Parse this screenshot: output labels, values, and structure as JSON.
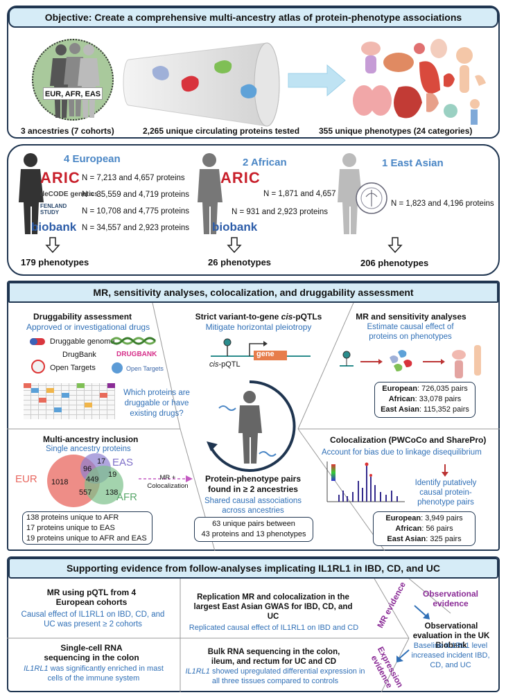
{
  "objective": {
    "title": "Objective: Create a comprehensive multi-ancestry atlas of protein-phenotype associations",
    "ancestries_label": "EUR, AFR, EAS",
    "stat1": "3 ancestries (7 cohorts)",
    "stat2": "2,265 unique circulating proteins tested",
    "stat3": "355 unique phenotypes (24 categories)"
  },
  "cohorts": {
    "european": {
      "title": "4 European",
      "rows": [
        {
          "logo": "ARIC",
          "text": "N = 7,213 and 4,657 proteins"
        },
        {
          "logo": "deCODE genetics",
          "text": "N = 35,559 and 4,719 proteins"
        },
        {
          "logo": "FENLAND STUDY",
          "text": "N = 10,708 and 4,775 proteins"
        },
        {
          "logo": "biobank",
          "text": "N = 34,557 and 2,923 proteins"
        }
      ],
      "result": "179 phenotypes"
    },
    "african": {
      "title": "2 African",
      "rows": [
        {
          "logo": "ARIC",
          "text": "N = 1,871 and 4,657 proteins"
        },
        {
          "logo": "biobank",
          "text": "N = 931 and 2,923 proteins"
        }
      ],
      "result": "26 phenotypes"
    },
    "east_asian": {
      "title": "1 East Asian",
      "rows": [
        {
          "logo": "",
          "text": "N = 1,823 and 4,196 proteins"
        }
      ],
      "result": "206 phenotypes"
    }
  },
  "mr": {
    "title": "MR, sensitivity analyses, colocalization, and druggability assessment",
    "druggability": {
      "title": "Druggability assessment",
      "subtitle": "Approved or investigational drugs",
      "item1": "Druggable genome",
      "item2": "DrugBank",
      "item3": "Open Targets",
      "logo_drugbank": "DRUGBANK",
      "logo_opentargets": "Open Targets",
      "question": "Which proteins are druggable or have existing drugs?"
    },
    "cispqtl": {
      "title_prefix": "Strict variant-to-gene ",
      "title_em": "cis",
      "title_suffix": "-pQTLs",
      "subtitle": "Mitigate horizontal pleiotropy",
      "gene_label": "gene",
      "cis_label_em": "cis",
      "cis_label_rest": "-pQTL"
    },
    "mr_sens": {
      "title": "MR and sensitivity analyses",
      "subtitle": "Estimate causal effect of proteins on phenotypes",
      "rows": [
        {
          "label": "European",
          "value": ": 726,035 pairs"
        },
        {
          "label": "African",
          "value": ": 33,078 pairs"
        },
        {
          "label": "East Asian",
          "value": ": 115,352 pairs"
        }
      ]
    },
    "multi": {
      "title": "Multi-ancestry inclusion",
      "subtitle": "Single ancestry proteins",
      "venn": {
        "EUR": "EUR",
        "EAS": "EAS",
        "AFR": "AFR",
        "eur_only": "1018",
        "eas_only": "17",
        "afr_only": "138",
        "eur_eas": "96",
        "eas_afr": "19",
        "eur_afr": "557",
        "all": "449"
      },
      "arrow_label": "MR + Colocalization",
      "notes": [
        "138 proteins unique to AFR",
        "17 proteins unique to EAS",
        "19 proteins unique to AFR and EAS"
      ]
    },
    "pairs": {
      "title": "Protein-phenotype pairs found in ≥ 2 ancestries",
      "subtitle": "Shared causal associations across ancestries",
      "line1": "63 unique pairs between",
      "line2": "43 proteins and 13 phenotypes"
    },
    "coloc": {
      "title": "Colocalization (PWCoCo and SharePro)",
      "subtitle": "Account for bias due to linkage disequilibrium",
      "identify": "Identify putatively causal protein-phenotype pairs",
      "rows": [
        {
          "label": "European",
          "value": ": 3,949 pairs"
        },
        {
          "label": "African",
          "value": ": 56 pairs"
        },
        {
          "label": "East Asian",
          "value": ": 325 pairs"
        }
      ]
    }
  },
  "support": {
    "title": "Supporting evidence from follow-analyses implicating IL1RL1 in IBD, CD, and UC",
    "mr_pqtl": {
      "title": "MR using pQTL from 4 European cohorts",
      "body": "Causal effect of IL1RL1 on IBD, CD, and UC was present ≥ 2 cohorts"
    },
    "replication": {
      "title": "Replication MR and colocalization in the largest East Asian GWAS for IBD, CD, and UC",
      "body": "Replicated causal effect of IL1RL1 on IBD and CD"
    },
    "mr_evidence": "MR evidence",
    "expression_evidence": "Expression evidence",
    "observational_evidence": "Observational evidence",
    "observational": {
      "title": "Observational evaluation in the UK Biobank",
      "body": "Baseline IL1RL1 level increased incident IBD, CD, and UC"
    },
    "single_cell": {
      "title": "Single-cell RNA sequencing in the colon",
      "body_em": "IL1RL1",
      "body_rest": " was significantly enriched in mast cells of the immune system"
    },
    "bulk": {
      "title": "Bulk RNA sequencing in the colon, ileum, and rectum for UC and CD",
      "body_em": "IL1RL1",
      "body_rest": " showed upregulated differential expression in all three tissues compared to controls"
    }
  },
  "colors": {
    "border": "#1f3550",
    "header_bg": "#d6ecf7",
    "blue_text": "#2f6fb6",
    "purple_text": "#8a2b96",
    "eur": "#e8675f",
    "eas": "#8d7fd0",
    "afr": "#7cc18a"
  }
}
